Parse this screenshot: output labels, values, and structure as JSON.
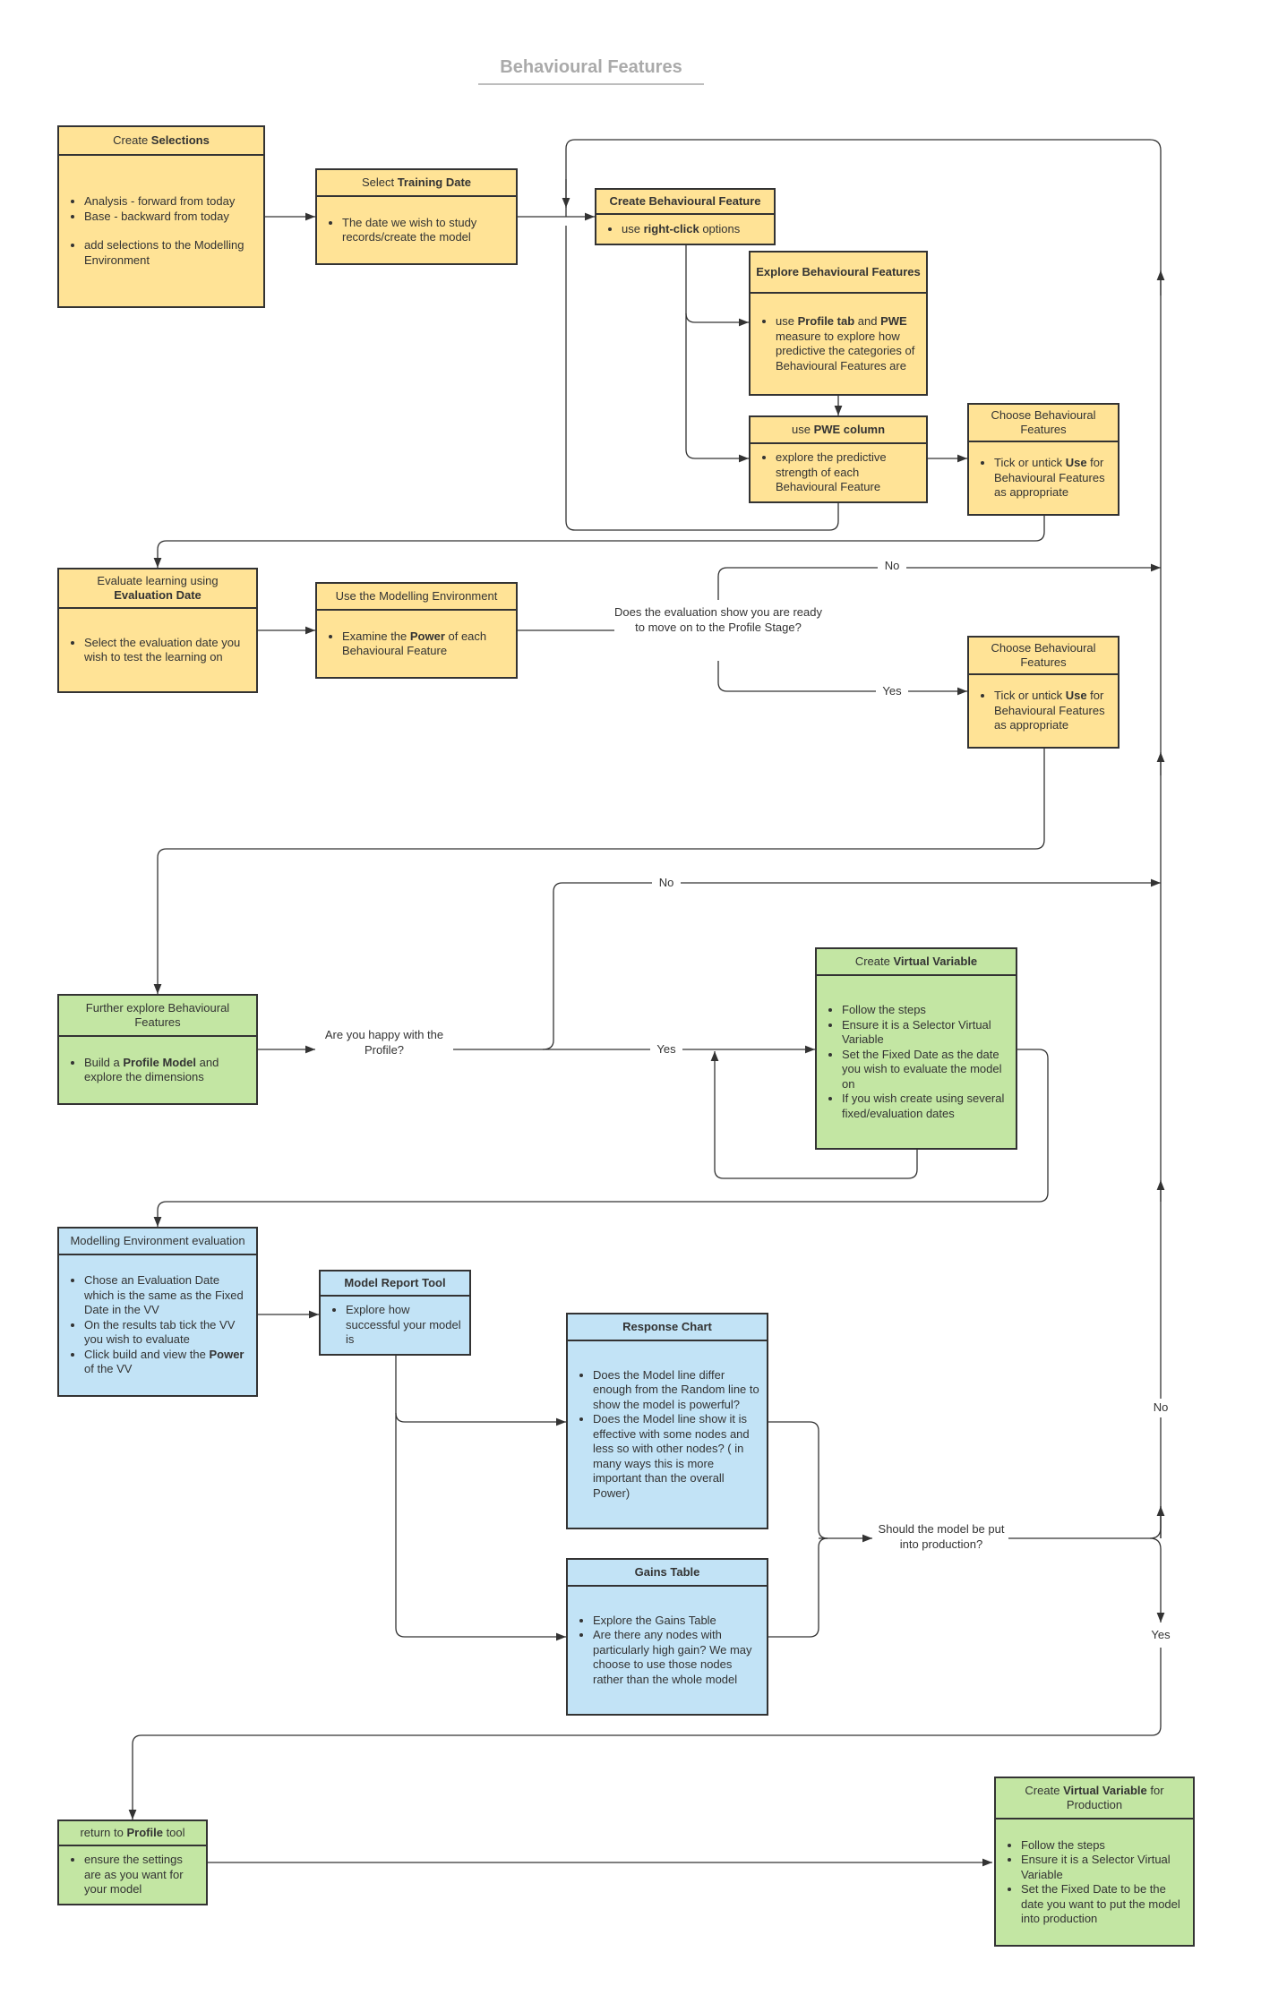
{
  "title": "Behavioural Features",
  "colors": {
    "yellow": "#ffe396",
    "green": "#c3e6a3",
    "blue": "#c2e3f6",
    "line": "#333333",
    "title": "#aaaaaa"
  },
  "nodes": {
    "create_selections": {
      "header_pre": "Create ",
      "header_bold": "Selections",
      "items": [
        "Analysis - forward from today",
        "Base - backward from today",
        "add selections to the Modelling Environment"
      ]
    },
    "select_training_date": {
      "header_pre": "Select ",
      "header_bold": "Training Date",
      "items": [
        "The date we wish to study records/create the model"
      ]
    },
    "create_behavioural_feature": {
      "header_bold": "Create Behavioural Feature",
      "item_pre": "use ",
      "item_bold": "right-click",
      "item_post": " options"
    },
    "explore_behavioural_features": {
      "header_bold": "Explore Behavioural Features",
      "item_t1": "use ",
      "item_b1": "Profile tab",
      "item_t2": " and ",
      "item_b2": "PWE",
      "item_t3": " measure to explore how predictive the categories of Behavioural Features are"
    },
    "use_pwe_column": {
      "header_pre": "use ",
      "header_bold": "PWE column",
      "items": [
        "explore the predictive strength of each Behavioural Feature"
      ]
    },
    "choose_features_1": {
      "header": "Choose Behavioural Features",
      "item_pre": "Tick or untick ",
      "item_bold": "Use",
      "item_post": " for Behavioural Features as appropriate"
    },
    "evaluate_learning": {
      "header_pre": "Evaluate learning using ",
      "header_bold": "Evaluation Date",
      "items": [
        "Select the evaluation date you wish to test the learning on"
      ]
    },
    "use_modelling_env": {
      "header": "Use the Modelling Environment",
      "item_pre": "Examine the ",
      "item_bold": "Power",
      "item_post": " of each Behavioural Feature"
    },
    "choose_features_2": {
      "header": "Choose Behavioural Features",
      "item_pre": "Tick or untick ",
      "item_bold": "Use",
      "item_post": " for Behavioural Features as appropriate"
    },
    "further_explore": {
      "header": "Further explore Behavioural Features",
      "item_pre": "Build a ",
      "item_bold": "Profile Model",
      "item_post": " and explore the dimensions"
    },
    "create_virtual_variable": {
      "header_pre": "Create ",
      "header_bold": "Virtual Variable",
      "items": [
        "Follow the steps",
        "Ensure it is a Selector Virtual Variable",
        "Set the Fixed Date as the date you wish to evaluate the model on",
        "If you wish create using several fixed/evaluation dates"
      ]
    },
    "modelling_env_evaluation": {
      "header": "Modelling Environment evaluation",
      "items": [
        "Chose an Evaluation Date which is the same as the Fixed Date in the VV",
        "On the results tab tick the VV you wish to evaluate"
      ],
      "item3_pre": "Click build and view the ",
      "item3_bold": "Power",
      "item3_post": " of the VV"
    },
    "model_report_tool": {
      "header_bold": "Model Report Tool",
      "items": [
        "Explore how successful your model is"
      ]
    },
    "response_chart": {
      "header_bold": "Response Chart",
      "items": [
        "Does the Model line differ enough from the Random line to show the model is powerful?",
        "Does the Model line show it is effective with some nodes and less so with other nodes? ( in many ways this is more important than the overall Power)"
      ]
    },
    "gains_table": {
      "header_bold": "Gains Table",
      "items": [
        "Explore the Gains Table",
        "Are there any nodes with particularly high gain?  We may choose to use those nodes rather than the whole model"
      ]
    },
    "return_to_profile": {
      "header_pre": "return to ",
      "header_bold": "Profile",
      "header_post": " tool",
      "items": [
        "ensure the settings are as you want for your model"
      ]
    },
    "create_vv_production": {
      "header_pre": "Create ",
      "header_bold": "Virtual Variable",
      "header_post": " for Production",
      "items": [
        "Follow the steps",
        "Ensure it is a Selector Virtual Variable",
        "Set the Fixed Date  to be the date you want to put the model into production"
      ]
    }
  },
  "decisions": {
    "evaluation_ready": "Does the evaluation show you are ready to move on to the Profile Stage?",
    "happy_with_profile": "Are you happy with the Profile?",
    "put_into_production": "Should the model be put into production?"
  },
  "edge_labels": {
    "no_1": "No",
    "yes_1": "Yes",
    "no_2": "No",
    "yes_2": "Yes",
    "no_3": "No",
    "yes_3": "Yes"
  }
}
